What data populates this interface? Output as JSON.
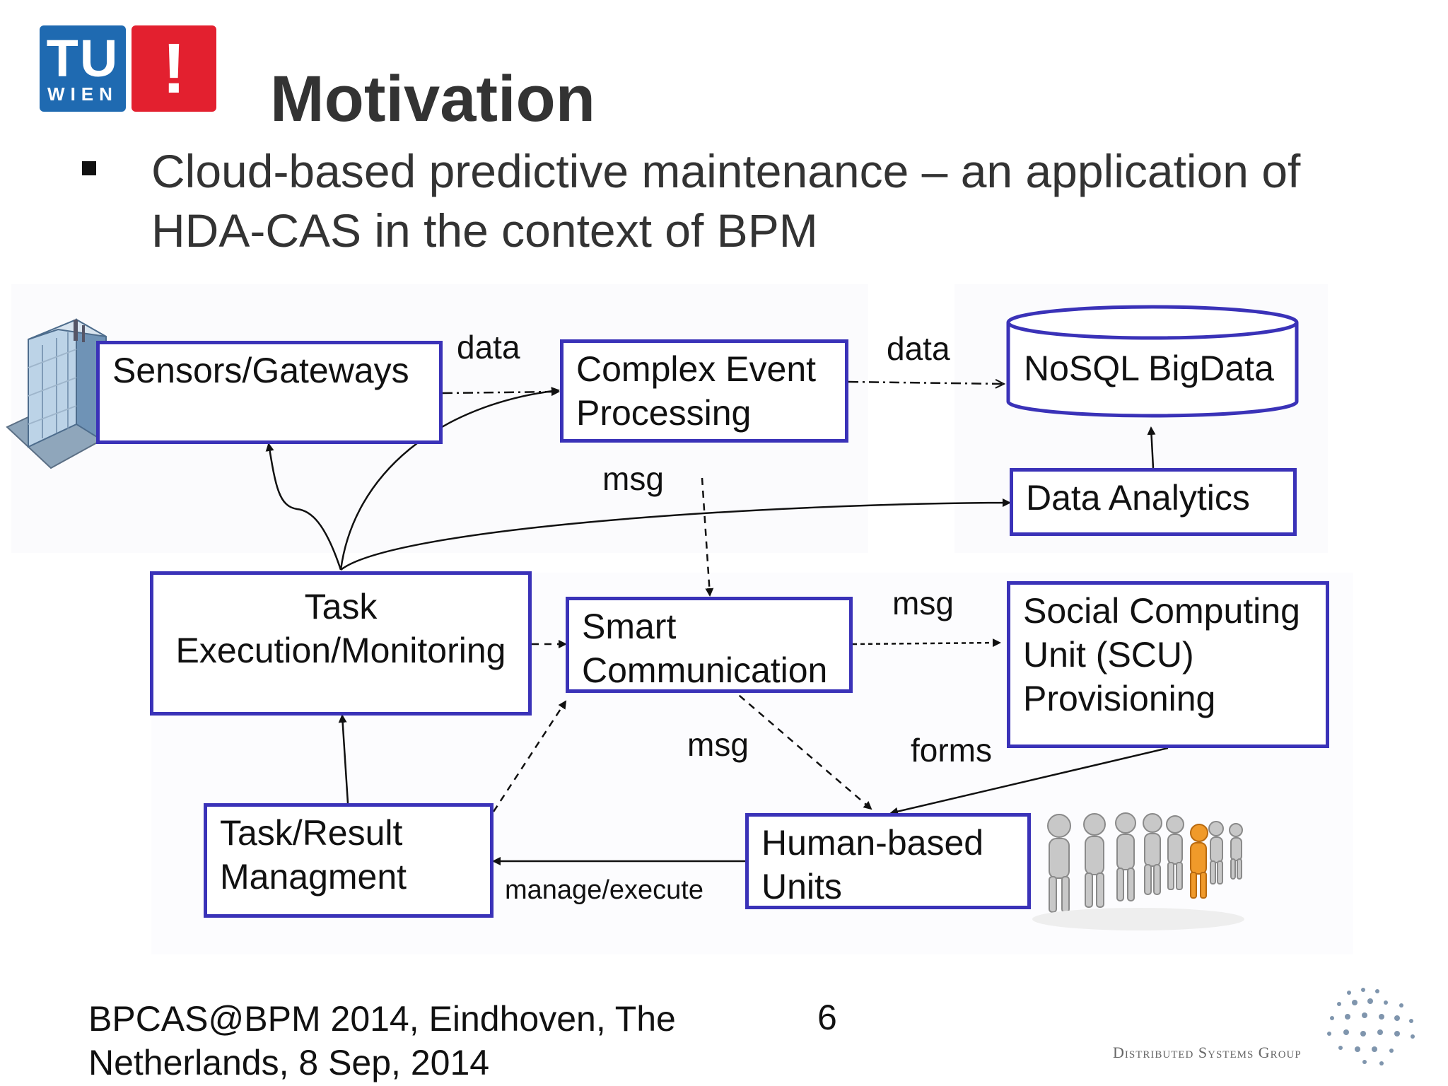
{
  "logo": {
    "tu_text": "TU",
    "wien_text": "WIEN",
    "mark_text": "!",
    "blue": "#1f6ab1",
    "red": "#e3202f"
  },
  "title": "Motivation",
  "bullet": "Cloud-based predictive maintenance – an application of HDA-CAS in  the context of BPM",
  "diagram": {
    "nodes": {
      "sensors": "Sensors/Gateways",
      "cep": "Complex Event Processing",
      "nosql": "NoSQL BigData",
      "analytics": "Data Analytics",
      "task_exec": "Task Execution/Monitoring",
      "smart_comm": "Smart Communication",
      "scu": "Social Computing Unit (SCU) Provisioning",
      "task_result": "Task/Result Managment",
      "human": "Human-based Units"
    },
    "edge_labels": {
      "data_1": "data",
      "data_2": "data",
      "msg_1": "msg",
      "msg_2": "msg",
      "msg_3": "msg",
      "forms": "forms",
      "manage": "manage/execute"
    },
    "colors": {
      "box_border": "#3a32b8",
      "arrow": "#111111"
    },
    "icons": [
      "building-icon",
      "people-queue-icon",
      "database-cylinder-icon"
    ]
  },
  "footer": {
    "text": "BPCAS@BPM 2014, Eindhoven, The Netherlands,  8 Sep, 2014",
    "page": "6",
    "group": "Distributed Systems Group"
  }
}
